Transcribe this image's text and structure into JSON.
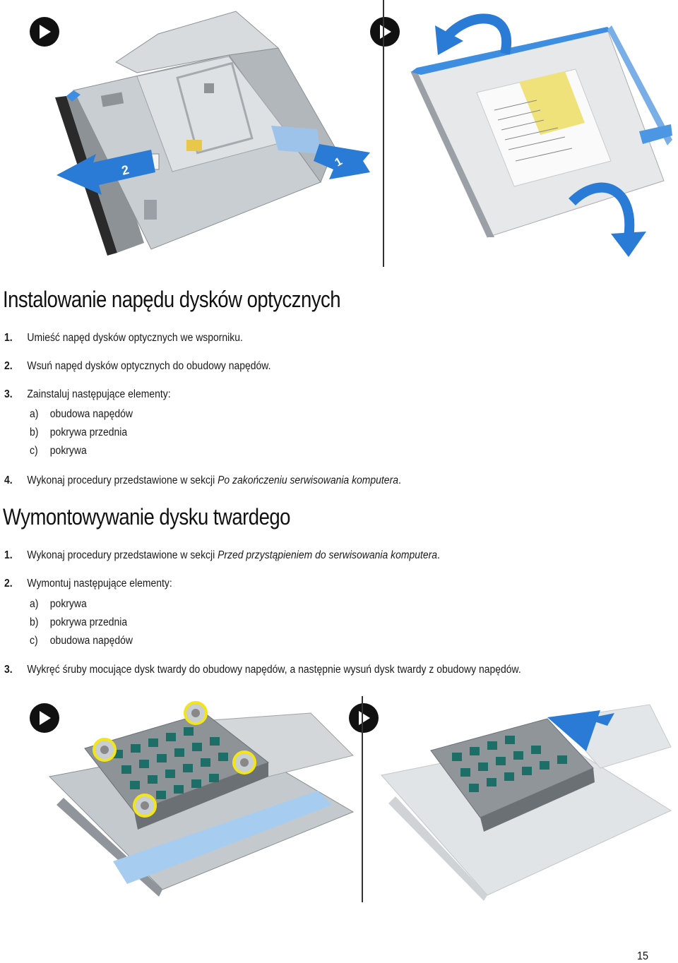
{
  "section1": {
    "title": "Instalowanie napędu dysków optycznych",
    "steps": [
      {
        "num": "1.",
        "text": "Umieść napęd dysków optycznych we wsporniku."
      },
      {
        "num": "2.",
        "text": "Wsuń napęd dysków optycznych do obudowy napędów."
      },
      {
        "num": "3.",
        "text": "Zainstaluj następujące elementy:"
      },
      {
        "num": "4.",
        "text_before": "Wykonaj procedury przedstawione w sekcji ",
        "link": "Po zakończeniu serwisowania komputera",
        "text_after": "."
      }
    ],
    "substeps": [
      {
        "letter": "a)",
        "text": "obudowa napędów"
      },
      {
        "letter": "b)",
        "text": "pokrywa przednia"
      },
      {
        "letter": "c)",
        "text": "pokrywa"
      }
    ]
  },
  "section2": {
    "title": "Wymontowywanie dysku twardego",
    "steps": [
      {
        "num": "1.",
        "text_before": "Wykonaj procedury przedstawione w sekcji ",
        "link": "Przed przystąpieniem do serwisowania komputera",
        "text_after": "."
      },
      {
        "num": "2.",
        "text": "Wymontuj następujące elementy:"
      },
      {
        "num": "3.",
        "text": "Wykręć śruby mocujące dysk twardy do obudowy napędów, a następnie wysuń dysk twardy z obudowy napędów."
      }
    ],
    "substeps": [
      {
        "letter": "a)",
        "text": "pokrywa"
      },
      {
        "letter": "b)",
        "text": "pokrywa przednia"
      },
      {
        "letter": "c)",
        "text": "obudowa napędów"
      }
    ]
  },
  "figures": {
    "top_left_callouts": [
      "2",
      "1"
    ],
    "accent_blue": "#2a7bd6",
    "screw_highlight": "#f2e61a"
  },
  "page_number": "15"
}
